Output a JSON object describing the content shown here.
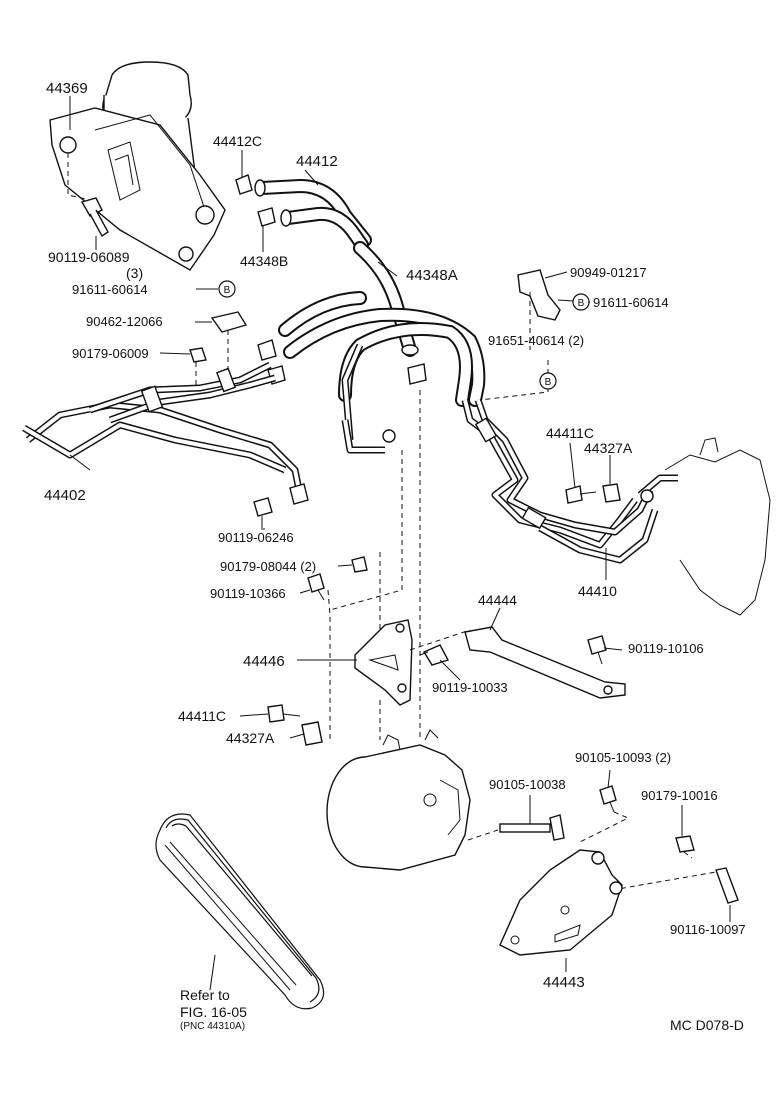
{
  "labels": {
    "p44369": "44369",
    "p90119_06089": "90119-06089",
    "p90119_06089_qty": "(3)",
    "p44412C": "44412C",
    "p44412": "44412",
    "p44348B": "44348B",
    "p91611_60614_left": "91611-60614",
    "p44348A": "44348A",
    "p90949_01217": "90949-01217",
    "p91611_60614_right": "91611-60614",
    "p90462_12066": "90462-12066",
    "p90179_06009": "90179-06009",
    "p91651_40614": "91651-40614 (2)",
    "p44402": "44402",
    "p44411C_top": "44411C",
    "p44327A_top": "44327A",
    "p90119_06246": "90119-06246",
    "p44410": "44410",
    "p90179_08044": "90179-08044 (2)",
    "p90119_10366": "90119-10366",
    "p44444": "44444",
    "p44446": "44446",
    "p90119_10106": "90119-10106",
    "p90119_10033": "90119-10033",
    "p44411C_bottom": "44411C",
    "p44327A_bottom": "44327A",
    "p90105_10093": "90105-10093 (2)",
    "p90105_10038": "90105-10038",
    "p90179_10016": "90179-10016",
    "p90116_10097": "90116-10097",
    "p44443": "44443",
    "refer_line1": "Refer to",
    "refer_line2": "FIG. 16-05",
    "refer_line3": "(PNC 44310A)",
    "diagram_code": "MC D078-D",
    "mark_b": "B"
  }
}
